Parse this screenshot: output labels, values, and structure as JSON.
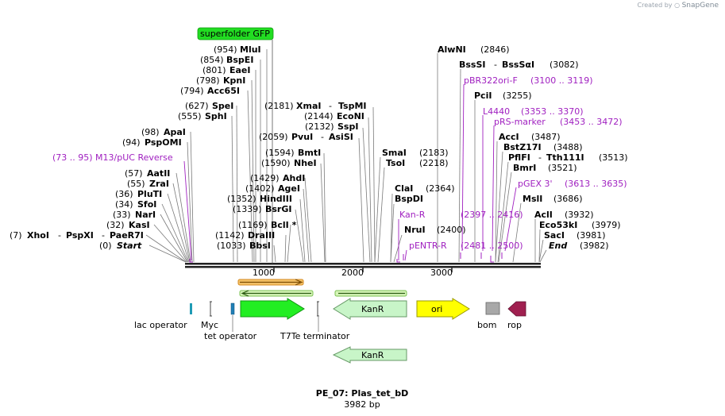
{
  "credit": {
    "prefix": "Created by",
    "brand": "SnapGene"
  },
  "title": "PE_07: Plas_tet_bD",
  "subtitle": "3982 bp",
  "ruler": {
    "min": 1,
    "max": 3982,
    "ticks": [
      "1000",
      "2000",
      "3000"
    ]
  },
  "gfp_label": "superfolder GFP",
  "sites_left": [
    {
      "pos": "(954)",
      "name": "MluI"
    },
    {
      "pos": "(854)",
      "name": "BspEI"
    },
    {
      "pos": "(801)",
      "name": "EaeI"
    },
    {
      "pos": "(798)",
      "name": "KpnI"
    },
    {
      "pos": "(794)",
      "name": "Acc65I"
    },
    {
      "pos": "(627)",
      "name": "SpeI"
    },
    {
      "pos": "(555)",
      "name": "SphI"
    },
    {
      "pos": "(98)",
      "name": "ApaI"
    },
    {
      "pos": "(94)",
      "name": "PspOMI"
    },
    {
      "pos": "(57)",
      "name": "AatII"
    },
    {
      "pos": "(55)",
      "name": "ZraI"
    },
    {
      "pos": "(36)",
      "name": "PluTI"
    },
    {
      "pos": "(34)",
      "name": "SfoI"
    },
    {
      "pos": "(33)",
      "name": "NarI"
    },
    {
      "pos": "(32)",
      "name": "KasI"
    },
    {
      "pos": "(0)",
      "name": "Start"
    }
  ],
  "site_xho": {
    "pos": "(7)",
    "a": "XhoI",
    "b": "PspXI",
    "c": "PaeR7I"
  },
  "sites_mid": [
    {
      "pos": "(2181)",
      "name": "XmaI",
      "name2": "TspMI"
    },
    {
      "pos": "(2144)",
      "name": "EcoNI"
    },
    {
      "pos": "(2132)",
      "name": "SspI"
    },
    {
      "pos": "(2059)",
      "name": "PvuI",
      "name2": "AsiSI"
    },
    {
      "pos": "(1594)",
      "name": "BmtI"
    },
    {
      "pos": "(1590)",
      "name": "NheI"
    },
    {
      "pos": "(1429)",
      "name": "AhdI"
    },
    {
      "pos": "(1402)",
      "name": "AgeI"
    },
    {
      "pos": "(1352)",
      "name": "HindIII"
    },
    {
      "pos": "(1339)",
      "name": "BsrGI"
    },
    {
      "pos": "(1169)",
      "name": "BclI *"
    },
    {
      "pos": "(1142)",
      "name": "DraIII"
    },
    {
      "pos": "(1033)",
      "name": "BbsI"
    }
  ],
  "sites_right": [
    {
      "name": "AlwNI",
      "pos": "(2846)"
    },
    {
      "name": "BssSI",
      "name2": "BssSαI",
      "pos": "(3082)"
    },
    {
      "name": "PciI",
      "pos": "(3255)"
    },
    {
      "name": "AccI",
      "pos": "(3487)"
    },
    {
      "name": "BstZ17I",
      "pos": "(3488)"
    },
    {
      "name": "PflFI",
      "name2": "Tth111I",
      "pos": "(3513)"
    },
    {
      "name": "BmrI",
      "pos": "(3521)"
    },
    {
      "name": "MslI",
      "pos": "(3686)"
    },
    {
      "name": "AclI",
      "pos": "(3932)"
    },
    {
      "name": "Eco53kI",
      "pos": "(3979)"
    },
    {
      "name": "SacI",
      "pos": "(3981)"
    },
    {
      "name": "End",
      "pos": "(3982)"
    },
    {
      "name": "SmaI",
      "pos": "(2183)"
    },
    {
      "name": "TsoI",
      "pos": "(2218)"
    },
    {
      "name": "ClaI",
      "pos": "(2364)"
    },
    {
      "name": "BspDI",
      "pos": ""
    },
    {
      "name": "NruI",
      "pos": "(2400)"
    }
  ],
  "primers": [
    {
      "text": "(73 .. 95)  M13/pUC Reverse"
    },
    {
      "text": "pBR322ori-F",
      "range": "(3100 .. 3119)"
    },
    {
      "text": "L4440",
      "range": "(3353 .. 3370)"
    },
    {
      "text": "pRS-marker",
      "range": "(3453 .. 3472)"
    },
    {
      "text": "pGEX 3'",
      "range": "(3613 .. 3635)"
    },
    {
      "text": "Kan-R",
      "range": "(2397 .. 2416)"
    },
    {
      "text": "pENTR-R",
      "range": "(2481 .. 2500)"
    }
  ],
  "features": [
    {
      "name": "lac operator",
      "type": "operator",
      "color": "#1f9bb5"
    },
    {
      "name": "Myc",
      "type": "tag",
      "color": "#ffffff"
    },
    {
      "name": "tet operator",
      "type": "operator",
      "color": "#1f7fb5"
    },
    {
      "name": "superfolder GFP",
      "type": "cds",
      "color": "#22dd22"
    },
    {
      "name": "T7Te terminator",
      "type": "terminator",
      "color": "#ffffff"
    },
    {
      "name": "KanR",
      "type": "cds",
      "color": "#c8f5c8"
    },
    {
      "name": "ori",
      "type": "rep_origin",
      "color": "#ffff00"
    },
    {
      "name": "bom",
      "type": "misc",
      "color": "#a0a0a0"
    },
    {
      "name": "rop",
      "type": "cds",
      "color": "#a02050"
    },
    {
      "name": "KanR",
      "type": "cds",
      "color": "#c8f5c8"
    }
  ],
  "colors": {
    "primer": "#a020c0",
    "backbone": "#222222",
    "gfp": "#22dd22"
  }
}
